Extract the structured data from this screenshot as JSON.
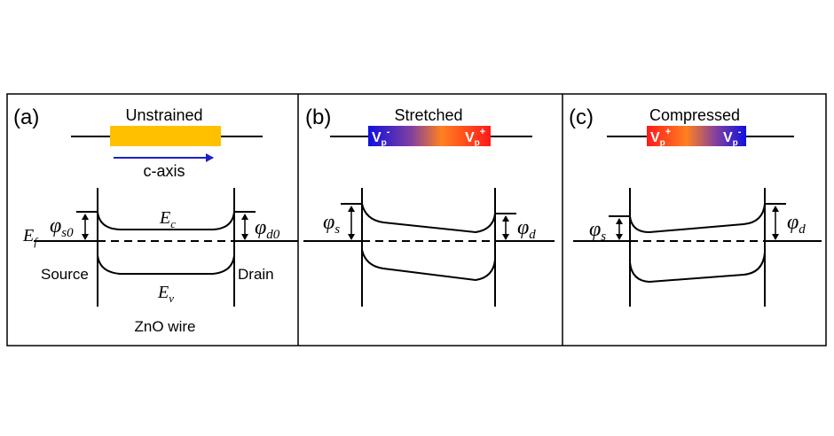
{
  "panels": [
    {
      "tag": "(a)",
      "state": "Unstrained",
      "axis_label": "c-axis",
      "cb_label": "E",
      "cb_sub": "c",
      "vb_label": "E",
      "vb_sub": "v",
      "fermi_label": "E",
      "fermi_sub": "f",
      "phi_left": "φ",
      "phi_left_sub": "s0",
      "phi_right": "φ",
      "phi_right_sub": "d0",
      "source_label": "Source",
      "drain_label": "Drain",
      "wire_label": "ZnO wire"
    },
    {
      "tag": "(b)",
      "state": "Stretched",
      "left_polarity": "V",
      "left_sub": "p",
      "left_sup": "-",
      "right_polarity": "V",
      "right_sub": "p",
      "right_sup": "+",
      "phi_left": "φ",
      "phi_left_sub": "s",
      "phi_right": "φ",
      "phi_right_sub": "d"
    },
    {
      "tag": "(c)",
      "state": "Compressed",
      "left_polarity": "V",
      "left_sub": "p",
      "left_sup": "+",
      "right_polarity": "V",
      "right_sub": "p",
      "right_sup": "-",
      "phi_left": "φ",
      "phi_left_sub": "s",
      "phi_right": "φ",
      "phi_right_sub": "d"
    }
  ],
  "colors": {
    "wire_unstrained": "#FFC000",
    "axis_arrow": "#1F1FC8",
    "negative_end": "#1010E0",
    "positive_end": "#FF1A1A",
    "gradient_mid": "#FF8020"
  }
}
